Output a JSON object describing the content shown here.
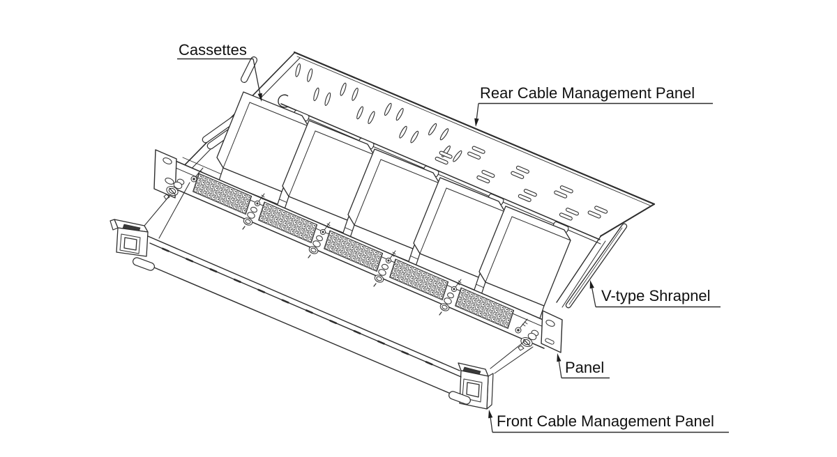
{
  "labels": {
    "cassettes": "Cassettes",
    "rear_panel": "Rear Cable Management Panel",
    "v_shrapnel": "V-type Shrapnel",
    "panel": "Panel",
    "front_panel": "Front Cable Management Panel"
  },
  "colors": {
    "background": "#ffffff",
    "line": "#2d2d2d",
    "text": "#101010"
  }
}
